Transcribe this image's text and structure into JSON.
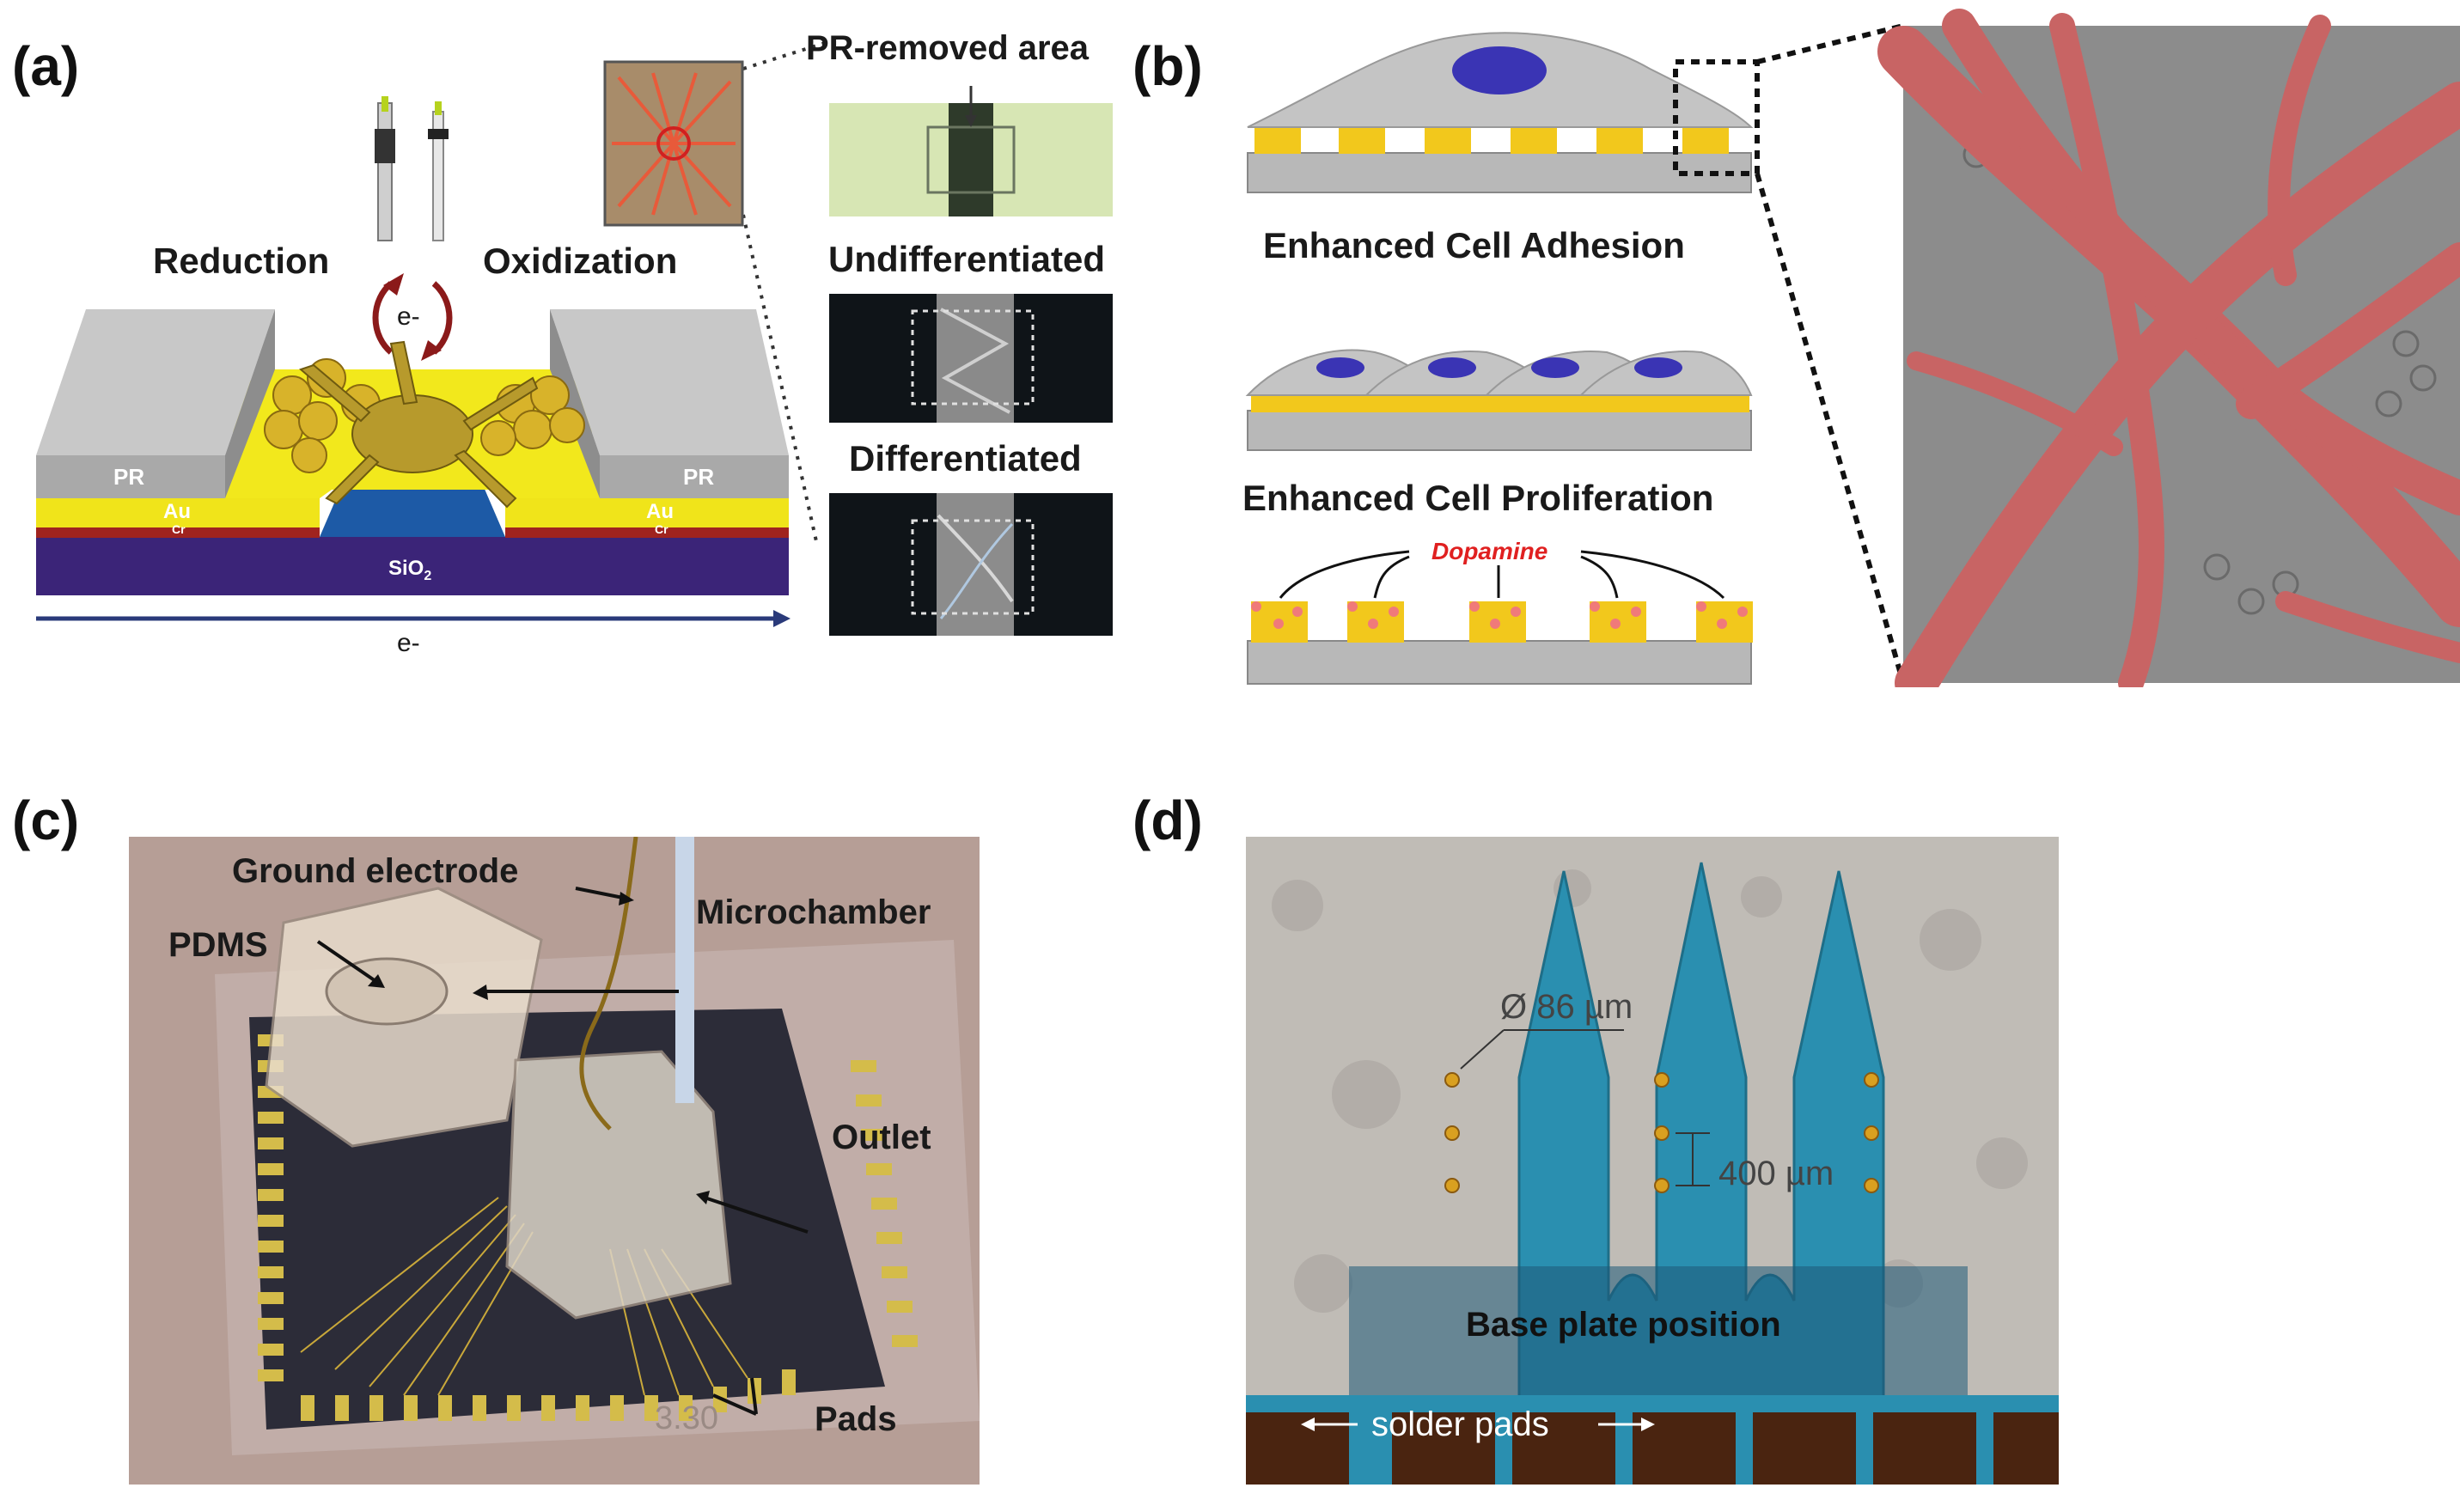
{
  "panels": {
    "a": {
      "label": "(a)",
      "reduction": "Reduction",
      "oxidization": "Oxidization",
      "electron_top": "e-",
      "electron_bottom": "e-",
      "pr_left": "PR",
      "pr_right": "PR",
      "au_left": "Au",
      "au_right": "Au",
      "cr_left": "Cr",
      "cr_right": "Cr",
      "sio2": "SiO",
      "sio2_sub": "2",
      "pr_removed": "PR-removed area",
      "undifferentiated": "Undifferentiated",
      "differentiated": "Differentiated"
    },
    "b": {
      "label": "(b)",
      "adhesion": "Enhanced Cell Adhesion",
      "proliferation": "Enhanced Cell Proliferation",
      "dopamine": "Dopamine"
    },
    "c": {
      "label": "(c)",
      "ground_electrode": "Ground electrode",
      "microchamber": "Microchamber",
      "pdms": "PDMS",
      "outlet": "Outlet",
      "pads": "Pads",
      "glass_text": "3.30"
    },
    "d": {
      "label": "(d)",
      "diameter": "Ø 86 µm",
      "spacing": "400 µm",
      "base_plate": "Base plate position",
      "solder_pads": "solder pads"
    }
  },
  "colors": {
    "gold": "#e8c21a",
    "pr_gray": "#a9a9a9",
    "substrate": "#3b2478",
    "sem_red": "#c86464",
    "probe_blue": "#2a8fb0"
  }
}
